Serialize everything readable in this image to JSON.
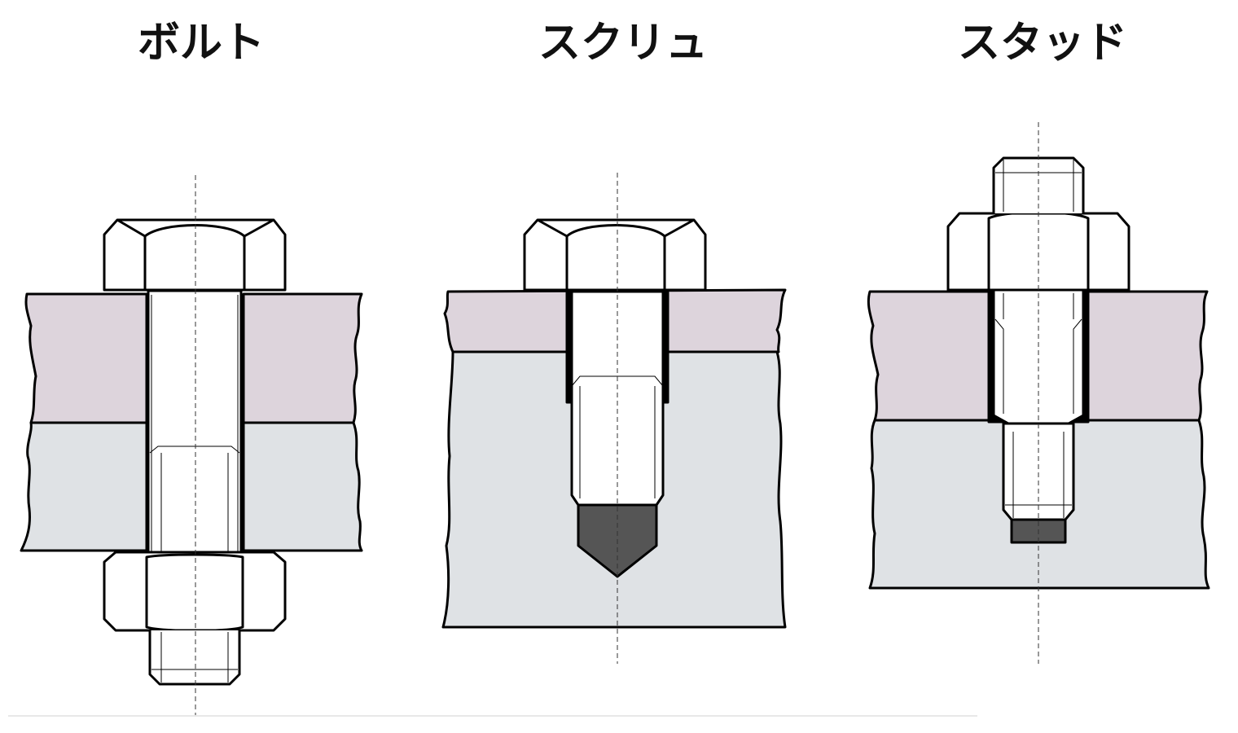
{
  "labels": {
    "bolt": "ボルト",
    "screw": "スクリュ",
    "stud": "スタッド"
  },
  "colors": {
    "upper_plate": "#ddd4dc",
    "lower_plate": "#dfe2e5",
    "hole_dark": "#555555",
    "outline": "#000000",
    "metal": "#ffffff"
  }
}
